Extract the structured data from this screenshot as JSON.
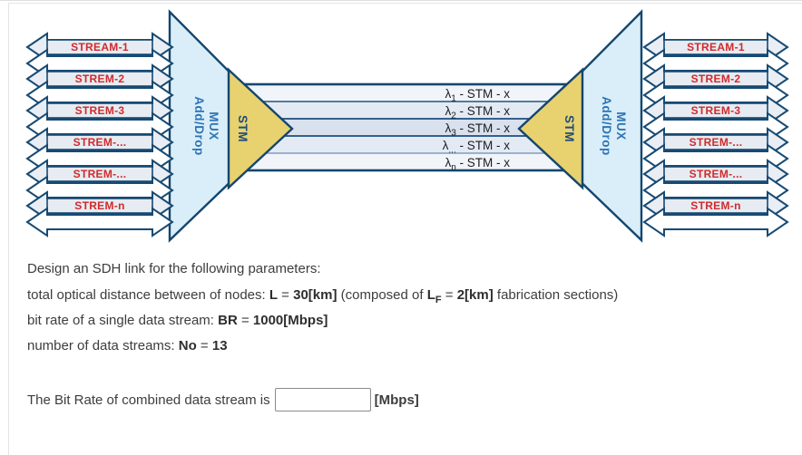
{
  "diagram": {
    "left_streams": [
      "STREAM-1",
      "STREM-2",
      "STREM-3",
      "STREM-...",
      "STREM-...",
      "STREM-n"
    ],
    "right_streams": [
      "STREAM-1",
      "STREM-2",
      "STREM-3",
      "STREM-...",
      "STREM-...",
      "STREM-n"
    ],
    "left_mux": {
      "word1": "Add/Drop",
      "word2": "MUX"
    },
    "right_mux": {
      "word1": "Add/Drop",
      "word2": "MUX"
    },
    "left_stm": "STM",
    "right_stm": "STM",
    "lambda_rows": [
      {
        "sym": "λ",
        "sub": "1",
        "suffix": " - STM - x"
      },
      {
        "sym": "λ",
        "sub": "2",
        "suffix": " - STM - x"
      },
      {
        "sym": "λ",
        "sub": "3",
        "suffix": " - STM - x"
      },
      {
        "sym": "λ",
        "sub": "...",
        "suffix": " - STM - x"
      },
      {
        "sym": "λ",
        "sub": "n",
        "suffix": " - STM - x"
      }
    ],
    "colors": {
      "stroke": "#174a73",
      "mux_fill": "#d9eef8",
      "stm_fill": "#e8d16f",
      "stream_label_red": "#cf2b2b",
      "mux_text_blue": "#2e74b5",
      "stm_text_navy": "#1f4e79"
    }
  },
  "problem": {
    "intro": "Design an SDH link for the following parameters:",
    "distance": {
      "pre": "total optical distance between of nodes: ",
      "var1": "L",
      "eq1": " = ",
      "val1": "30[km]",
      "mid": "  (composed of ",
      "var2": "L",
      "var2sub": "F",
      "eq2": " = ",
      "val2": "2[km]",
      "post": " fabrication sections)"
    },
    "bitrate": {
      "pre": "bit rate of a single data stream: ",
      "var": "BR",
      "eq": " = ",
      "val": "1000[Mbps]"
    },
    "streams": {
      "pre": "number of data streams: ",
      "var": "No",
      "eq": " = ",
      "val": "13"
    }
  },
  "answer": {
    "label": "The Bit Rate of combined data stream is",
    "unit": "[Mbps]",
    "input_value": ""
  }
}
